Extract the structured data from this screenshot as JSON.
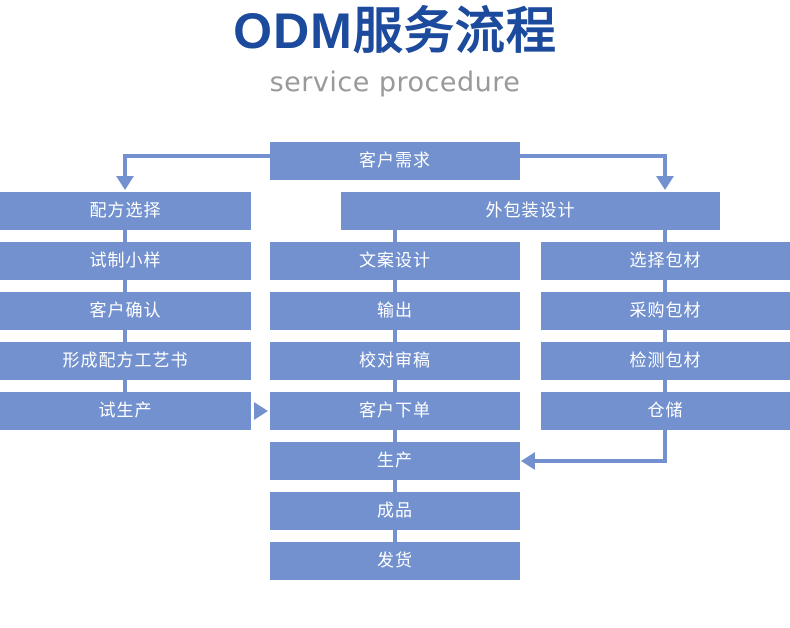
{
  "header": {
    "title": "ODM服务流程",
    "subtitle": "service procedure",
    "title_color": "#1c4a9c",
    "subtitle_color": "#9a9a9a"
  },
  "theme": {
    "node_fill": "#7291ce",
    "node_text": "#ffffff",
    "connector": "#7291ce",
    "background": "#ffffff"
  },
  "chart_data": {
    "type": "diagram",
    "title": "ODM服务流程",
    "subtitle": "service procedure",
    "columns": [
      {
        "name": "formula-branch",
        "nodes": [
          "配方选择",
          "试制小样",
          "客户确认",
          "形成配方工艺书",
          "试生产"
        ]
      },
      {
        "name": "main-branch",
        "nodes": [
          "客户需求",
          "外包装设计",
          "文案设计",
          "输出",
          "校对审稿",
          "客户下单",
          "生产",
          "成品",
          "发货"
        ]
      },
      {
        "name": "packaging-branch",
        "nodes": [
          "选择包材",
          "采购包材",
          "检测包材",
          "仓储"
        ]
      }
    ],
    "edges": [
      {
        "from": "客户需求",
        "to": "配方选择",
        "style": "elbow-left-down-arrow"
      },
      {
        "from": "客户需求",
        "to": "外包装设计",
        "style": "elbow-right-down-arrow"
      },
      {
        "from": "配方选择",
        "to": "试制小样",
        "style": "straight"
      },
      {
        "from": "试制小样",
        "to": "客户确认",
        "style": "straight"
      },
      {
        "from": "客户确认",
        "to": "形成配方工艺书",
        "style": "straight"
      },
      {
        "from": "形成配方工艺书",
        "to": "试生产",
        "style": "straight"
      },
      {
        "from": "试生产",
        "to": "客户下单",
        "style": "arrow-right"
      },
      {
        "from": "外包装设计",
        "to": "文案设计",
        "style": "straight"
      },
      {
        "from": "外包装设计",
        "to": "选择包材",
        "style": "straight"
      },
      {
        "from": "文案设计",
        "to": "输出",
        "style": "straight"
      },
      {
        "from": "输出",
        "to": "校对审稿",
        "style": "straight"
      },
      {
        "from": "校对审稿",
        "to": "客户下单",
        "style": "straight"
      },
      {
        "from": "客户下单",
        "to": "生产",
        "style": "straight"
      },
      {
        "from": "生产",
        "to": "成品",
        "style": "straight"
      },
      {
        "from": "成品",
        "to": "发货",
        "style": "straight"
      },
      {
        "from": "选择包材",
        "to": "采购包材",
        "style": "straight"
      },
      {
        "from": "采购包材",
        "to": "检测包材",
        "style": "straight"
      },
      {
        "from": "检测包材",
        "to": "仓储",
        "style": "straight"
      },
      {
        "from": "仓储",
        "to": "生产",
        "style": "elbow-down-left-arrow"
      }
    ]
  },
  "nodes": {
    "customer_requirement": "客户需求",
    "formula_selection": "配方选择",
    "outer_packaging_design": "外包装设计",
    "trial_sample": "试制小样",
    "copy_design": "文案设计",
    "select_packaging": "选择包材",
    "customer_confirm": "客户确认",
    "output": "输出",
    "purchase_packaging": "采购包材",
    "formula_process_doc": "形成配方工艺书",
    "proofreading": "校对审稿",
    "inspect_packaging": "检测包材",
    "trial_production": "试生产",
    "customer_order": "客户下单",
    "warehousing": "仓储",
    "production": "生产",
    "finished_goods": "成品",
    "shipping": "发货"
  }
}
